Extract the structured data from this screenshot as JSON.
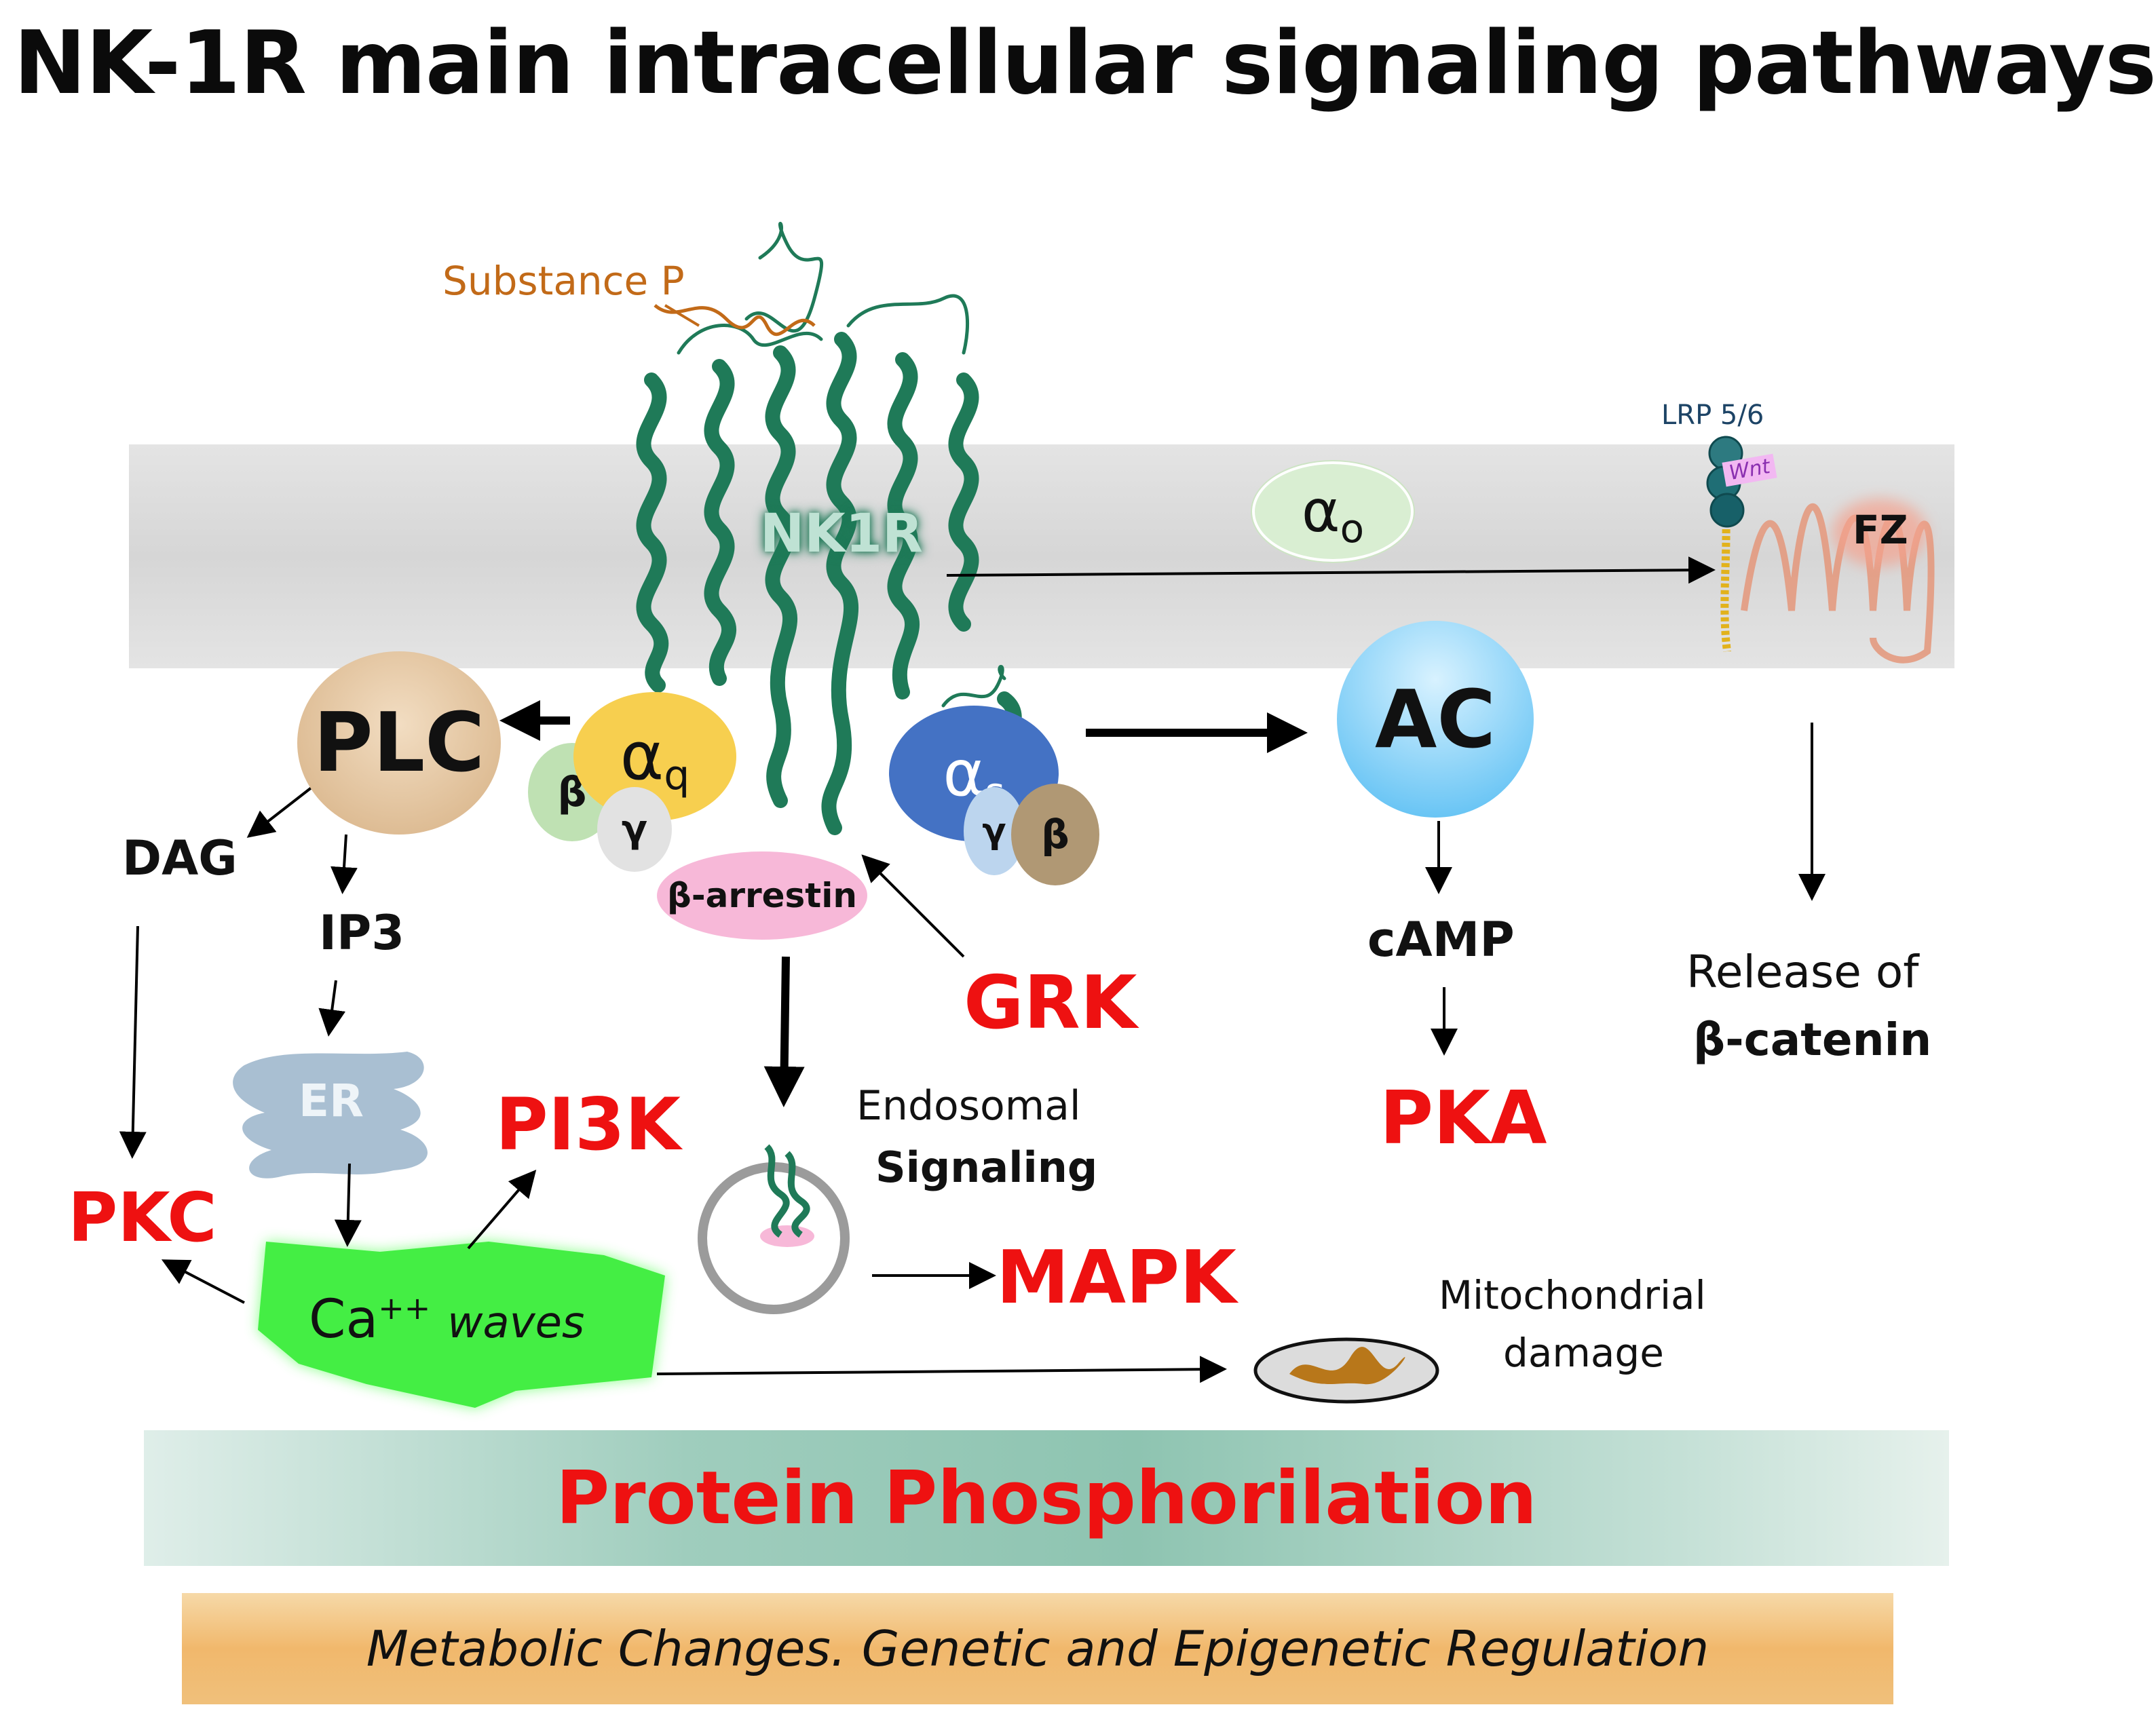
{
  "title": "NK-1R main intracellular signaling pathways",
  "labels": {
    "substance_p": "Substance P",
    "nk1r": "NK1R",
    "alpha_o": "α",
    "alpha_o_sub": "o",
    "lrp": "LRP 5/6",
    "wnt": "Wnt",
    "fz": "FZ",
    "plc": "PLC",
    "alpha_q": "α",
    "alpha_q_sub": "q",
    "beta_q": "β",
    "gamma_q": "γ",
    "alpha_s": "α",
    "alpha_s_sub": "s",
    "gamma_s": "γ",
    "beta_s": "β",
    "ac": "AC",
    "b_arrestin": "β-arrestin",
    "dag": "DAG",
    "ip3": "IP3",
    "er": "ER",
    "pkc": "PKC",
    "pi3k": "PI3K",
    "ca": "Ca",
    "ca_sup": "++",
    "waves": "waves",
    "endosomal": "Endosomal",
    "signaling": "Signaling",
    "mapk": "MAPK",
    "grk": "GRK",
    "camp": "cAMP",
    "pka": "PKA",
    "release_of": "Release of",
    "b_catenin": "β-catenin",
    "mito_1": "Mitochondrial",
    "mito_2": "damage",
    "protein_phos": "Protein Phosphorilation",
    "metabolic": "Metabolic Changes. Genetic and Epigenetic Regulation"
  },
  "colors": {
    "accent_red": "#ee1111",
    "helix_green": "#1f7a58",
    "alpha_q": "#f7cf4f",
    "alpha_s": "#4472c4",
    "plc": "#e6c8a4",
    "ac": "#6fc6f4",
    "alpha_o": "#d6ecd0",
    "b_arrestin": "#f7b8d8",
    "ca_waves": "#44ee44"
  }
}
